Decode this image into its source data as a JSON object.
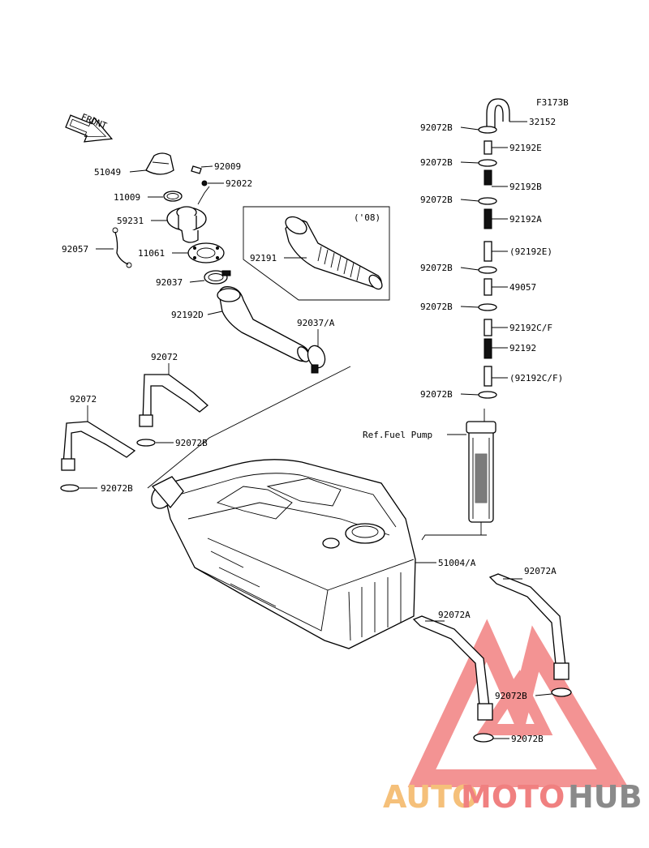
{
  "figure_code": "F3173B",
  "front_marker": "FRONT",
  "year_note": "('08)",
  "ref_note": "Ref.Fuel Pump",
  "labels": {
    "l32152": "32152",
    "l92192E": "92192E",
    "l92192B": "92192B",
    "l92192A": "92192A",
    "l92192Ep": "(92192E)",
    "l49057": "49057",
    "l92192CF": "92192C/F",
    "l92192": "92192",
    "l92192CFp": "(92192C/F)",
    "r92072B_1": "92072B",
    "r92072B_2": "92072B",
    "r92072B_3": "92072B",
    "r92072B_4": "92072B",
    "r92072B_5": "92072B",
    "r92072B_6": "92072B",
    "l51049": "51049",
    "l92009": "92009",
    "l92022": "92022",
    "l11009": "11009",
    "l59231": "59231",
    "l92057": "92057",
    "l11061": "11061",
    "l92037": "92037",
    "l92191": "92191",
    "l92192D": "92192D",
    "l92037A": "92037/A",
    "l92072_a": "92072",
    "l92072_b": "92072",
    "l92072B_mid": "92072B",
    "l92072B_left": "92072B",
    "l51004A": "51004/A",
    "l92072A_a": "92072A",
    "l92072A_b": "92072A",
    "l92072B_br1": "92072B",
    "l92072B_br2": "92072B"
  },
  "watermark": {
    "auto": "AUTO",
    "moto": "MOTO",
    "hub": "HUB",
    "colors": {
      "auto": "#f5c07a",
      "moto": "#f08080",
      "hub": "#8a8a8a",
      "logo": "#f07070"
    }
  }
}
